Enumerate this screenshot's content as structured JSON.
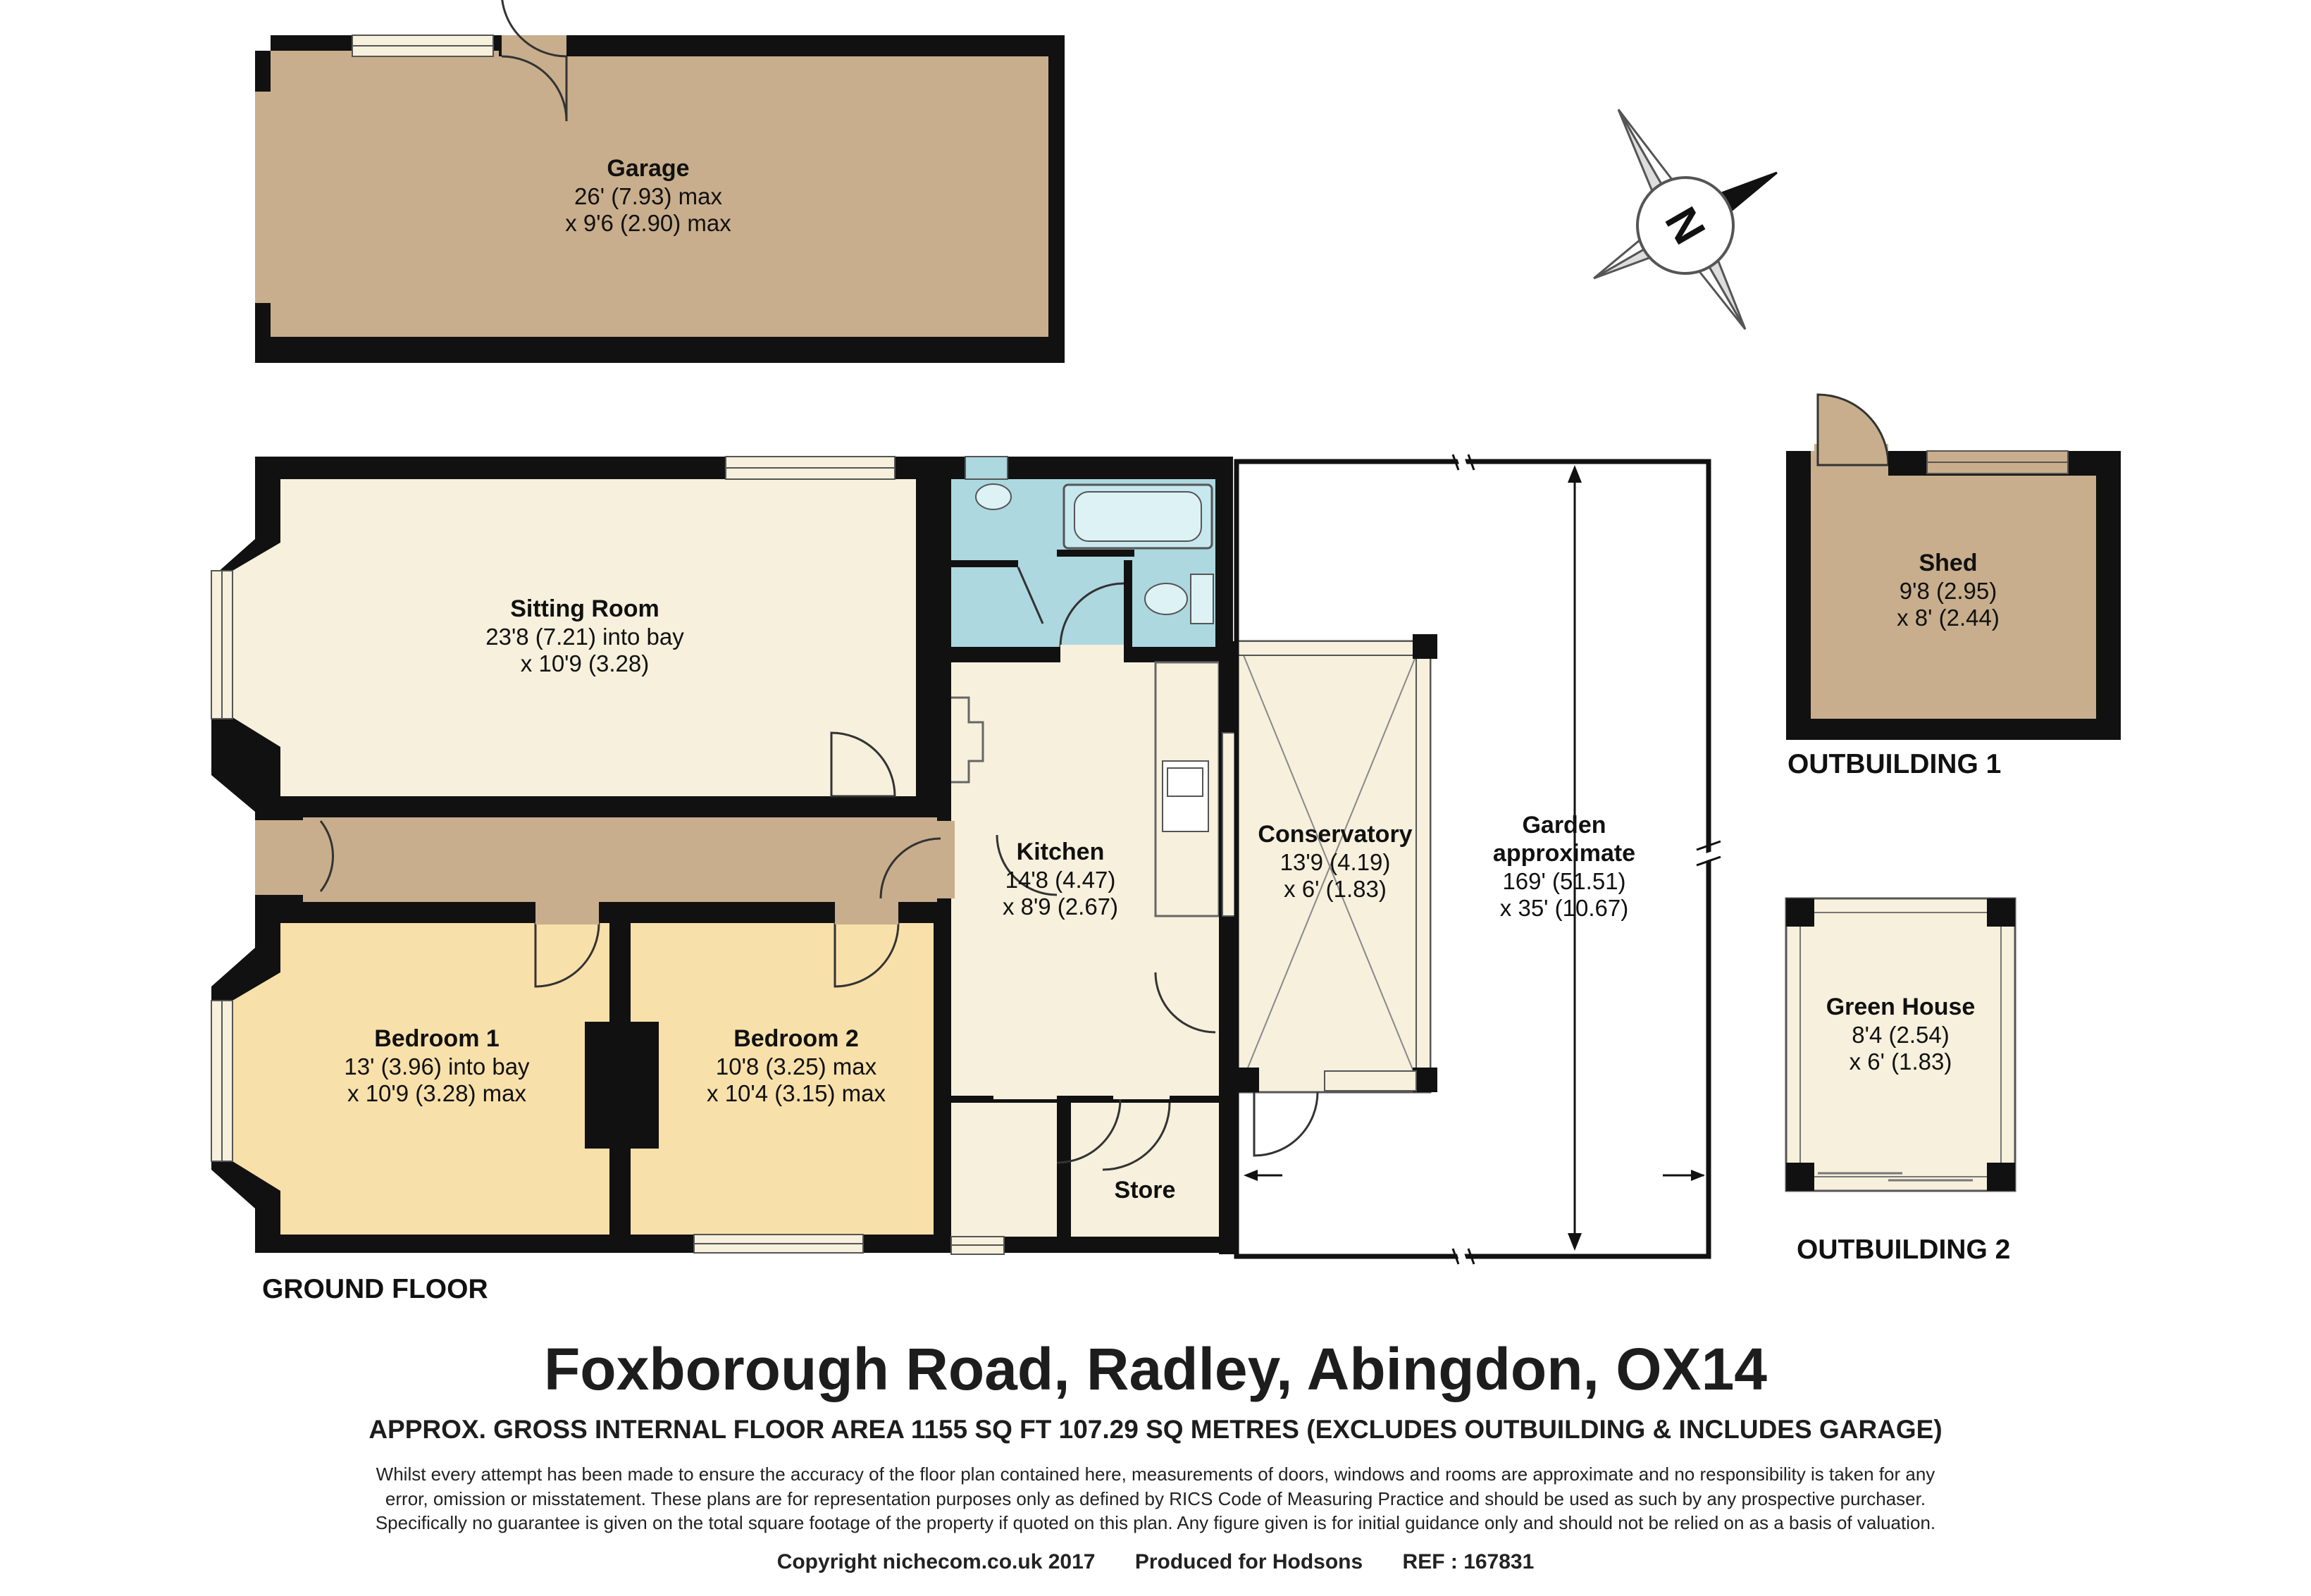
{
  "rooms": {
    "garage": {
      "name": "Garage",
      "dims": [
        "26' (7.93) max",
        "x 9'6 (2.90) max"
      ]
    },
    "sitting_room": {
      "name": "Sitting Room",
      "dims": [
        "23'8 (7.21) into bay",
        "x 10'9 (3.28)"
      ]
    },
    "kitchen": {
      "name": "Kitchen",
      "dims": [
        "14'8 (4.47)",
        "x 8'9 (2.67)"
      ]
    },
    "conservatory": {
      "name": "Conservatory",
      "dims": [
        "13'9 (4.19)",
        "x 6' (1.83)"
      ]
    },
    "garden": {
      "name": [
        "Garden",
        "approximate"
      ],
      "dims": [
        "169' (51.51)",
        "x 35' (10.67)"
      ]
    },
    "bedroom1": {
      "name": "Bedroom 1",
      "dims": [
        "13' (3.96) into bay",
        "x 10'9 (3.28) max"
      ]
    },
    "bedroom2": {
      "name": "Bedroom 2",
      "dims": [
        "10'8 (3.25) max",
        "x 10'4 (3.15) max"
      ]
    },
    "store": {
      "name": "Store"
    },
    "shed": {
      "name": "Shed",
      "dims": [
        "9'8 (2.95)",
        "x 8' (2.44)"
      ]
    },
    "greenhouse": {
      "name": "Green House",
      "dims": [
        "8'4 (2.54)",
        "x 6' (1.83)"
      ]
    }
  },
  "labels": {
    "ground_floor": "GROUND FLOOR",
    "outbuilding1": "OUTBUILDING 1",
    "outbuilding2": "OUTBUILDING 2"
  },
  "compass": {
    "letter": "N"
  },
  "colors": {
    "wall": "#111111",
    "garage": "#c8ae8c",
    "shed": "#c8ae8c",
    "hall": "#c8ae8c",
    "sitting_room": "#f6f0dc",
    "kitchen": "#f6f0dc",
    "conservatory": "#f6f0dc",
    "greenhouse": "#f6f0dc",
    "bathroom": "#add8e0",
    "bedroom": "#f8e0aa"
  },
  "title": "Foxborough Road, Radley, Abingdon, OX14",
  "area_note": "APPROX. GROSS INTERNAL FLOOR AREA 1155 SQ FT 107.29 SQ METRES (EXCLUDES OUTBUILDING & INCLUDES GARAGE)",
  "disclaimer": [
    "Whilst every attempt has been made to ensure the accuracy of the floor plan contained here, measurements of doors, windows and rooms are approximate and no responsibility is taken for any",
    "error, omission or misstatement. These plans are for representation purposes only as defined by RICS Code of Measuring Practice and should be used as such by any prospective purchaser.",
    "Specifically no guarantee is given on the total square footage of the property if quoted on this plan. Any figure given is for initial guidance only and should not be relied on as a basis of valuation."
  ],
  "footer": {
    "copyright": "Copyright nichecom.co.uk 2017",
    "produced_for": "Produced for Hodsons",
    "ref": "REF :  167831"
  }
}
